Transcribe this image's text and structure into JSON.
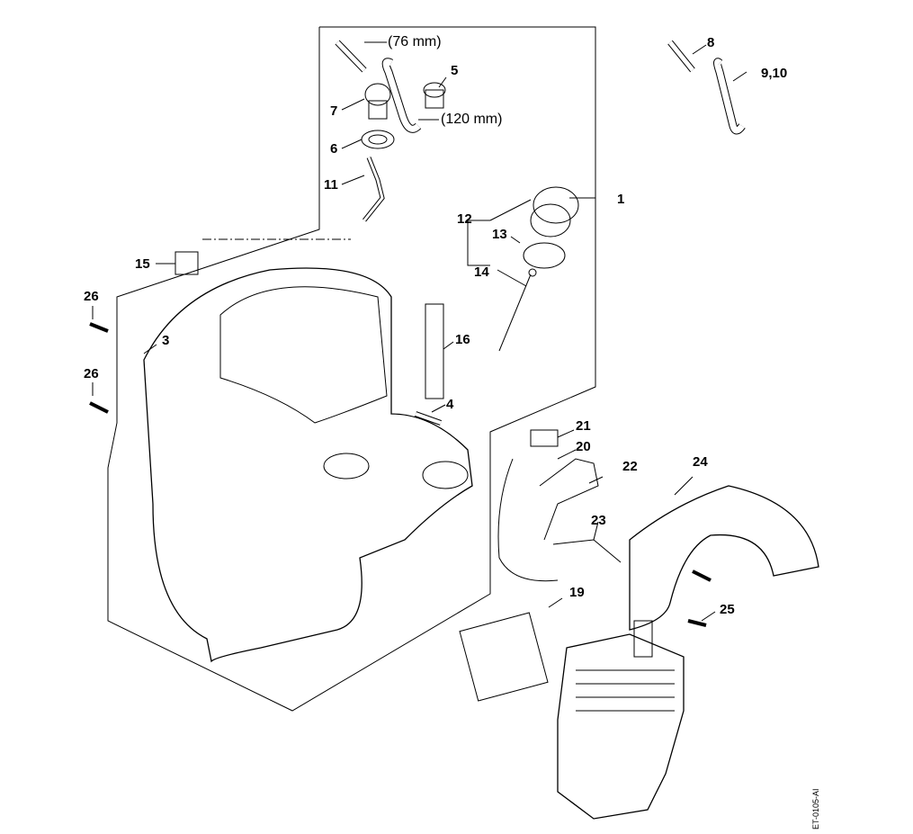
{
  "diagram": {
    "type": "exploded-parts-diagram",
    "drawing_code": "ET-0105-AI",
    "callouts": [
      {
        "id": "1",
        "label": "1"
      },
      {
        "id": "3",
        "label": "3"
      },
      {
        "id": "4",
        "label": "4"
      },
      {
        "id": "5",
        "label": "5"
      },
      {
        "id": "6",
        "label": "6"
      },
      {
        "id": "7",
        "label": "7"
      },
      {
        "id": "8",
        "label": "8"
      },
      {
        "id": "9-10",
        "label": "9,10"
      },
      {
        "id": "11",
        "label": "11"
      },
      {
        "id": "12",
        "label": "12"
      },
      {
        "id": "13",
        "label": "13"
      },
      {
        "id": "14",
        "label": "14"
      },
      {
        "id": "15",
        "label": "15"
      },
      {
        "id": "16",
        "label": "16"
      },
      {
        "id": "19",
        "label": "19"
      },
      {
        "id": "20",
        "label": "20"
      },
      {
        "id": "21",
        "label": "21"
      },
      {
        "id": "22",
        "label": "22"
      },
      {
        "id": "23",
        "label": "23"
      },
      {
        "id": "24",
        "label": "24"
      },
      {
        "id": "25",
        "label": "25"
      },
      {
        "id": "26a",
        "label": "26"
      },
      {
        "id": "26b",
        "label": "26"
      }
    ],
    "notes": {
      "hose_short": "(76 mm)",
      "hose_long": "(120 mm)"
    }
  }
}
